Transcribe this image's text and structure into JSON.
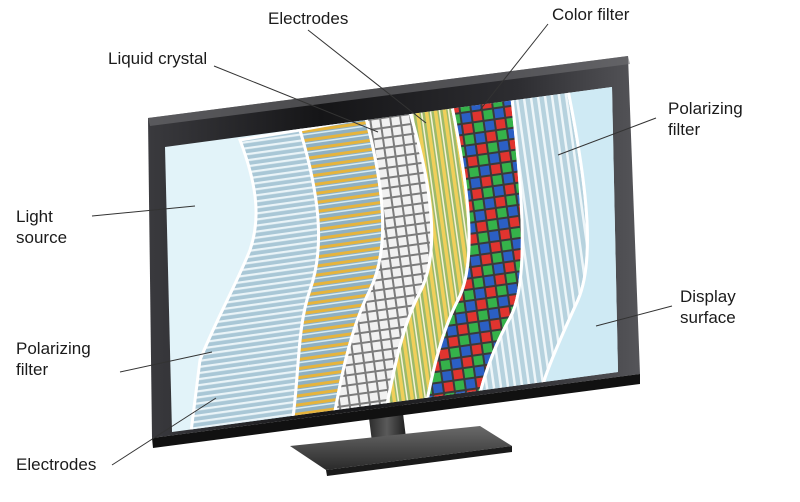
{
  "labels": {
    "electrodes_top": "Electrodes",
    "color_filter": "Color filter",
    "liquid_crystal": "Liquid crystal",
    "polarizing_filter_right": [
      "Polarizing",
      "filter"
    ],
    "light_source": [
      "Light",
      "source"
    ],
    "display_surface": [
      "Display",
      "surface"
    ],
    "polarizing_filter_left": [
      "Polarizing",
      "filter"
    ],
    "electrodes_bottom": "Electrodes"
  },
  "colors": {
    "frame": "#2a2a2c",
    "light_source": "#dff2f8",
    "display_surface": "#cdeaf4",
    "polarizer": "#9fbfd0",
    "electrode_stripe": "#e3b03a",
    "liquid_crystal_grid": "#b8b8b8",
    "subpixel_red": "#e0342f",
    "subpixel_green": "#35b24a",
    "subpixel_blue": "#2b5fc4"
  }
}
